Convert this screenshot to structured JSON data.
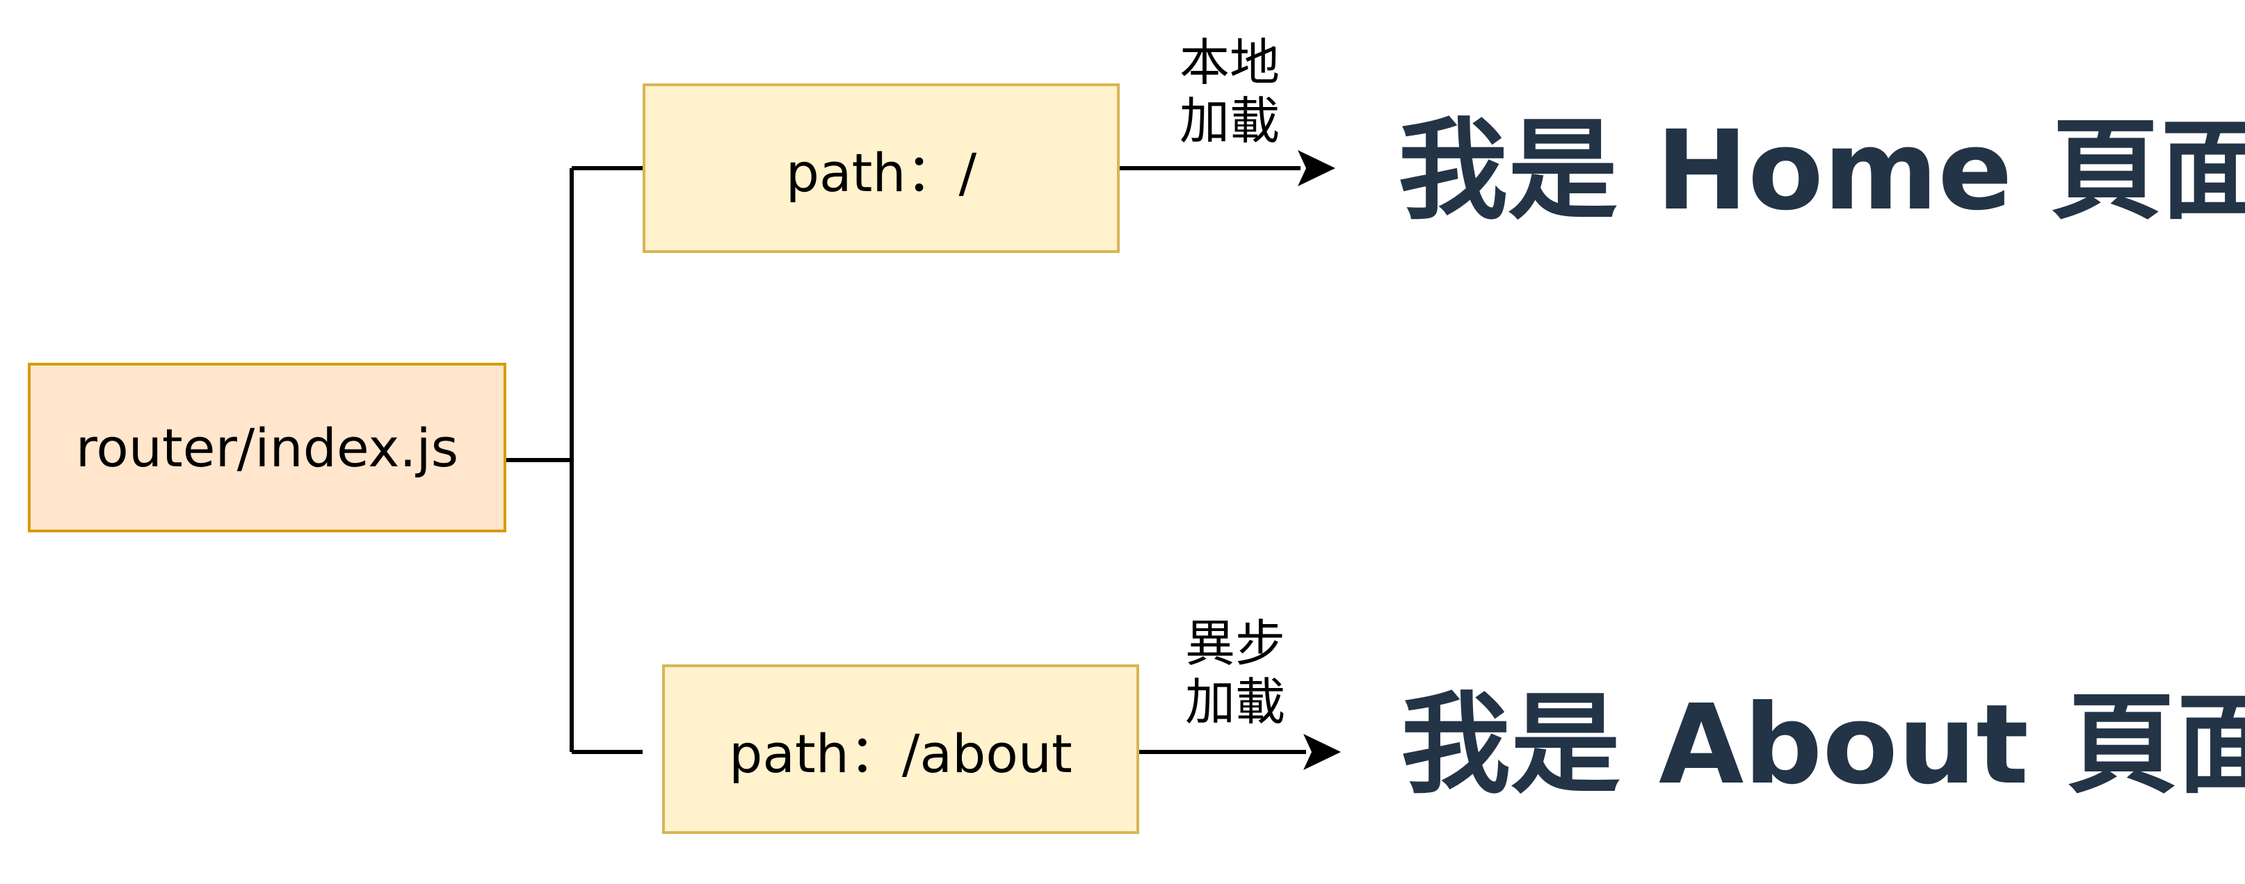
{
  "colors": {
    "root_fill": "#ffe6cc",
    "root_stroke": "#d79b00",
    "route_fill": "#fff2cc",
    "route_stroke": "#d6b656",
    "edge": "#000000",
    "page_text": "#233447"
  },
  "nodes": {
    "root": {
      "label": "router/index.js"
    },
    "home_route": {
      "label": "path：/"
    },
    "about_route": {
      "label": "path：/about"
    }
  },
  "edges": {
    "home_load": {
      "line1": "本地",
      "line2": "加載"
    },
    "about_load": {
      "line1": "異步",
      "line2": "加載"
    }
  },
  "pages": {
    "home": {
      "text": "我是 Home 頁面"
    },
    "about": {
      "text": "我是 About 頁面"
    }
  }
}
